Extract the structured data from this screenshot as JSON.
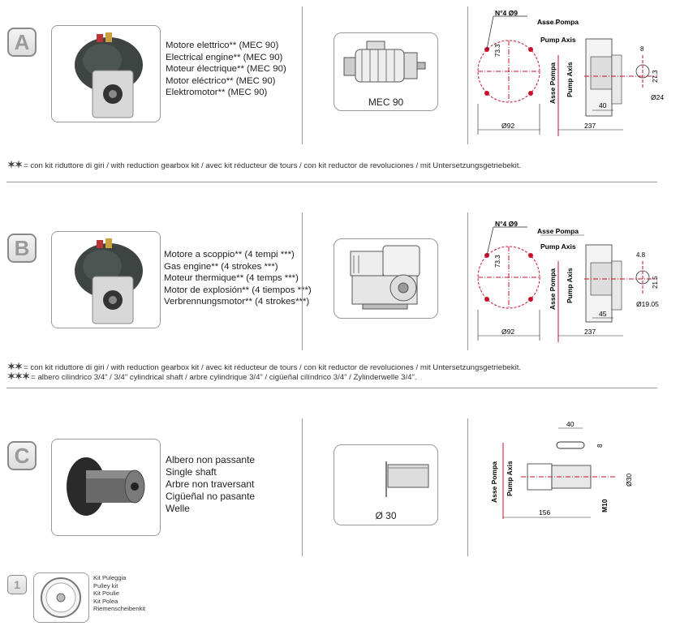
{
  "sections": {
    "a": {
      "letter": "A",
      "lines": [
        "Motore elettrico** (MEC 90)",
        "Electrical engine** (MEC 90)",
        "Moteur électrique** (MEC 90)",
        "Motor eléctrico** (MEC 90)",
        "Elektromotor** (MEC 90)"
      ],
      "icon_label": "MEC 90",
      "tech": {
        "holes": "N°4 Ø9",
        "asse": "Asse Pompa",
        "pump": "Pump Axis",
        "d73": "73.3",
        "d92": "Ø92",
        "d237": "237",
        "d40": "40",
        "d8": "8",
        "d27": "27.3",
        "d24": "Ø24"
      }
    },
    "note_a": {
      "stars": "✶✶",
      "text": "= con kit riduttore di giri / with reduction gearbox kit / avec kit réducteur de tours / con kit reductor de revoluciones / mit Untersetzungsgetriebekit."
    },
    "b": {
      "letter": "B",
      "lines": [
        "Motore a scoppio** (4 tempi ***)",
        "Gas engine** (4 strokes ***)",
        "Moteur thermique** (4 temps ***)",
        "Motor de explosión** (4 tiempos ***)",
        "Verbrennungsmotor** (4 strokes***)"
      ],
      "tech": {
        "holes": "N°4 Ø9",
        "asse": "Asse Pompa",
        "pump": "Pump Axis",
        "d73": "73.3",
        "d92": "Ø92",
        "d237": "237",
        "d45": "45",
        "d48": "4.8",
        "d215": "21.5",
        "d1905": "Ø19.05"
      }
    },
    "note_b": {
      "stars": "✶✶",
      "text": "= con kit riduttore di giri / with reduction gearbox kit / avec kit réducteur de tours / con kit reductor de revoluciones / mit Untersetzungsgetriebekit."
    },
    "note_b2": {
      "stars": "✶✶✶",
      "text": "= albero cilindrico 3/4\" / 3/4\" cylindrical shaft / arbre cylindrique 3/4\" / cigüeñal cilíndrico 3/4\" / Zylinderwelle 3/4\"."
    },
    "c": {
      "letter": "C",
      "lines": [
        "Albero non passante",
        "Single shaft",
        "Arbre non traversant",
        "Cigüeñal no pasante",
        "Welle"
      ],
      "icon_label": "Ø 30",
      "tech": {
        "d40": "40",
        "d8": "8",
        "asse": "Asse Pompa",
        "pump": "Pump Axis",
        "d30": "Ø30",
        "m10": "M10",
        "d156": "156"
      }
    },
    "kit": {
      "number": "1",
      "lines": [
        "Kit Puleggia",
        "Pulley kit",
        "Kit Poulie",
        "Kit Polea",
        "Riemenscheibenkit"
      ]
    }
  },
  "colors": {
    "accent_red": "#c8102e",
    "border": "#999999",
    "badge_text": "#9a9a9a"
  }
}
